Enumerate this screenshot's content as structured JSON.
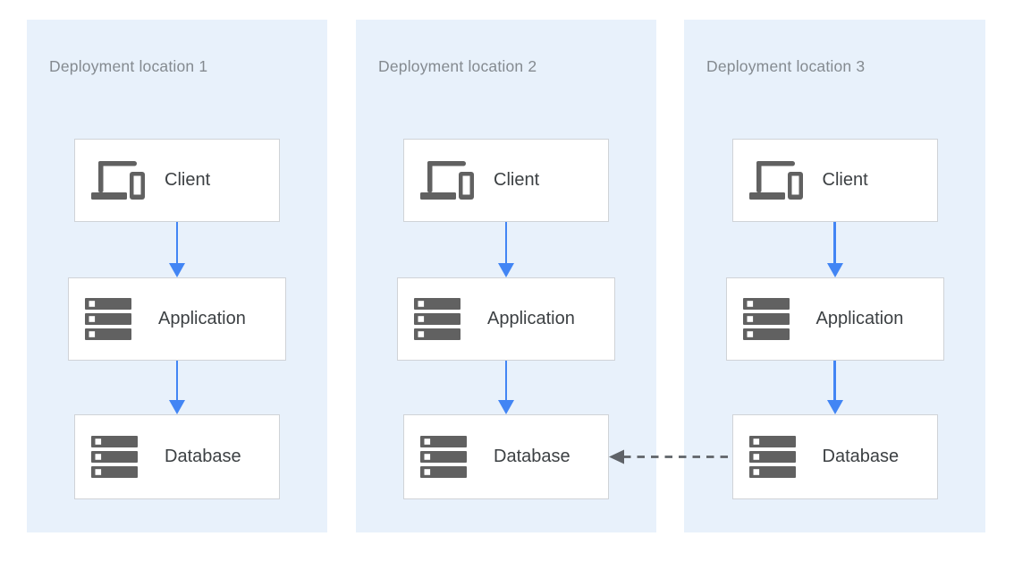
{
  "diagram": {
    "panels": [
      {
        "title": "Deployment location 1",
        "nodes": [
          {
            "label": "Client",
            "icon": "devices-icon"
          },
          {
            "label": "Application",
            "icon": "server-icon"
          },
          {
            "label": "Database",
            "icon": "server-icon"
          }
        ]
      },
      {
        "title": "Deployment location 2",
        "nodes": [
          {
            "label": "Client",
            "icon": "devices-icon"
          },
          {
            "label": "Application",
            "icon": "server-icon"
          },
          {
            "label": "Database",
            "icon": "server-icon"
          }
        ]
      },
      {
        "title": "Deployment location 3",
        "nodes": [
          {
            "label": "Client",
            "icon": "devices-icon"
          },
          {
            "label": "Application",
            "icon": "server-icon"
          },
          {
            "label": "Database",
            "icon": "server-icon"
          }
        ]
      }
    ],
    "connectors": {
      "vertical_flow": "Client to Application to Database, solid blue arrow downward, in every panel",
      "replication": {
        "from": "panel-3 Database",
        "to": "panel-2 Database",
        "style": "dashed gray arrow pointing left"
      }
    },
    "colors": {
      "canvas_bg": "#ffffff",
      "panel_bg": "#e8f1fb",
      "box_bg": "#ffffff",
      "box_border": "#d0d3d7",
      "arrow_blue": "#4285f4",
      "dashed_gray": "#5f6368",
      "title_text": "#848a90",
      "label_text": "#3c4043",
      "icon_gray": "#616161"
    }
  }
}
